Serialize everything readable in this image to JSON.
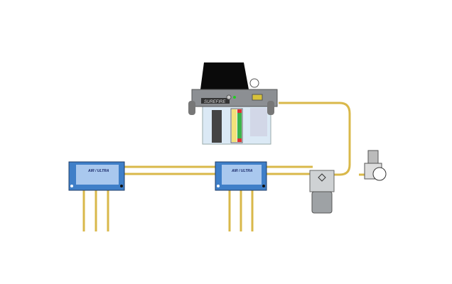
{
  "pump": {
    "brand_label": "SUREFIRE"
  },
  "distributors": [
    {
      "label": "AIR / ULTRA"
    },
    {
      "label": "AIR / ULTRA"
    }
  ],
  "colors": {
    "pipe": "#d9b84a",
    "block": "#3f7fc8",
    "reservoir": "#0a0a0a",
    "tank": "#dbe9f5"
  }
}
